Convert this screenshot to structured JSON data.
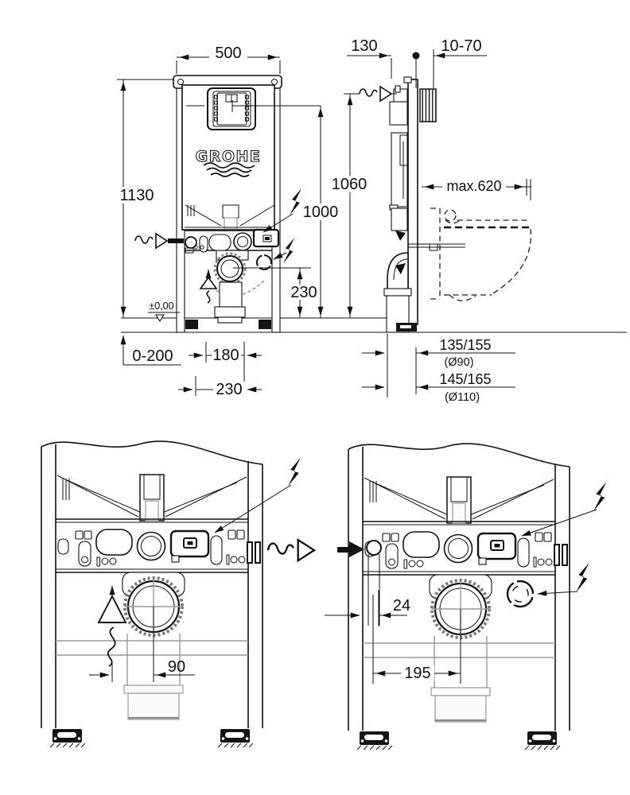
{
  "brand_logo": "GROHE",
  "dims": {
    "frame_width": "500",
    "frame_depth": "130",
    "wall_distance": "10-70",
    "frame_height": "1130",
    "side_height": "1060",
    "actuator_height": "1000",
    "bowl_max_depth": "max.620",
    "outlet_height": "230",
    "floor_level": "±0,00",
    "floor_buildup": "0-200",
    "outlet_offset_a": "180",
    "outlet_offset_b": "230",
    "drain_pos_90": "135/155",
    "drain_dia_90": "(Ø90)",
    "drain_pos_110": "145/165",
    "drain_dia_110": "(Ø110)",
    "clearance_left": "90",
    "inlet_offset": "24",
    "drain_offset": "195"
  },
  "colors": {
    "line": "#111111",
    "hidden_gray": "#9a9a9a",
    "background": "#ffffff"
  }
}
